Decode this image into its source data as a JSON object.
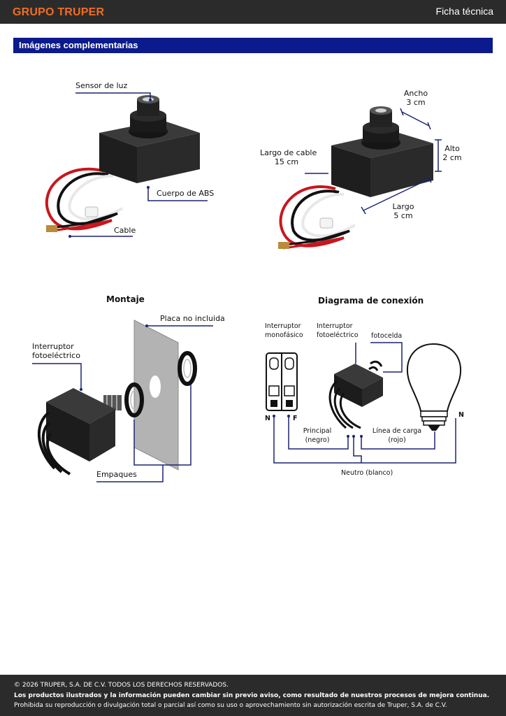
{
  "header": {
    "logo": "GRUPO TRUPER",
    "doc_type": "Ficha técnica"
  },
  "section": {
    "title": "Imágenes complementarias"
  },
  "figure1": {
    "sensor": "Sensor de luz",
    "body": "Cuerpo de ABS",
    "cable": "Cable"
  },
  "figure2": {
    "width_label": "Ancho",
    "width_value": "3 cm",
    "height_label": "Alto",
    "height_value": "2 cm",
    "cable_label": "Largo de cable",
    "cable_value": "15 cm",
    "length_label": "Largo",
    "length_value": "5 cm"
  },
  "mounting": {
    "title": "Montaje",
    "plate": "Placa no incluida",
    "switch_line1": "Interruptor",
    "switch_line2": "fotoeléctrico",
    "gaskets": "Empaques"
  },
  "diagram": {
    "title": "Diagrama de conexión",
    "single_switch_line1": "Interruptor",
    "single_switch_line2": "monofásico",
    "photo_switch_line1": "Interruptor",
    "photo_switch_line2": "fotoeléctrico",
    "photocell": "fotocelda",
    "n_left": "N",
    "f_label": "F",
    "n_right": "N",
    "main_line1": "Principal",
    "main_line2": "(negro)",
    "load_line1": "Línea de carga",
    "load_line2": "(rojo)",
    "neutral": "Neutro (blanco)"
  },
  "footer": {
    "copyright": "© 2026 TRUPER, S.A. DE C.V. TODOS LOS DERECHOS RESERVADOS.",
    "notice": "Los productos ilustrados y la información pueden cambiar sin previo aviso, como resultado de nuestros procesos de mejora continua.",
    "prohibition": "Prohibida su reproducción o divulgación total o parcial así como su uso o aprovechamiento sin autorización escrita de Truper, S.A. de C.V."
  },
  "colors": {
    "brand_orange": "#f26c22",
    "section_blue": "#0b1a8c",
    "leader_navy": "#1a2470",
    "dark_bar": "#2b2b2b"
  }
}
